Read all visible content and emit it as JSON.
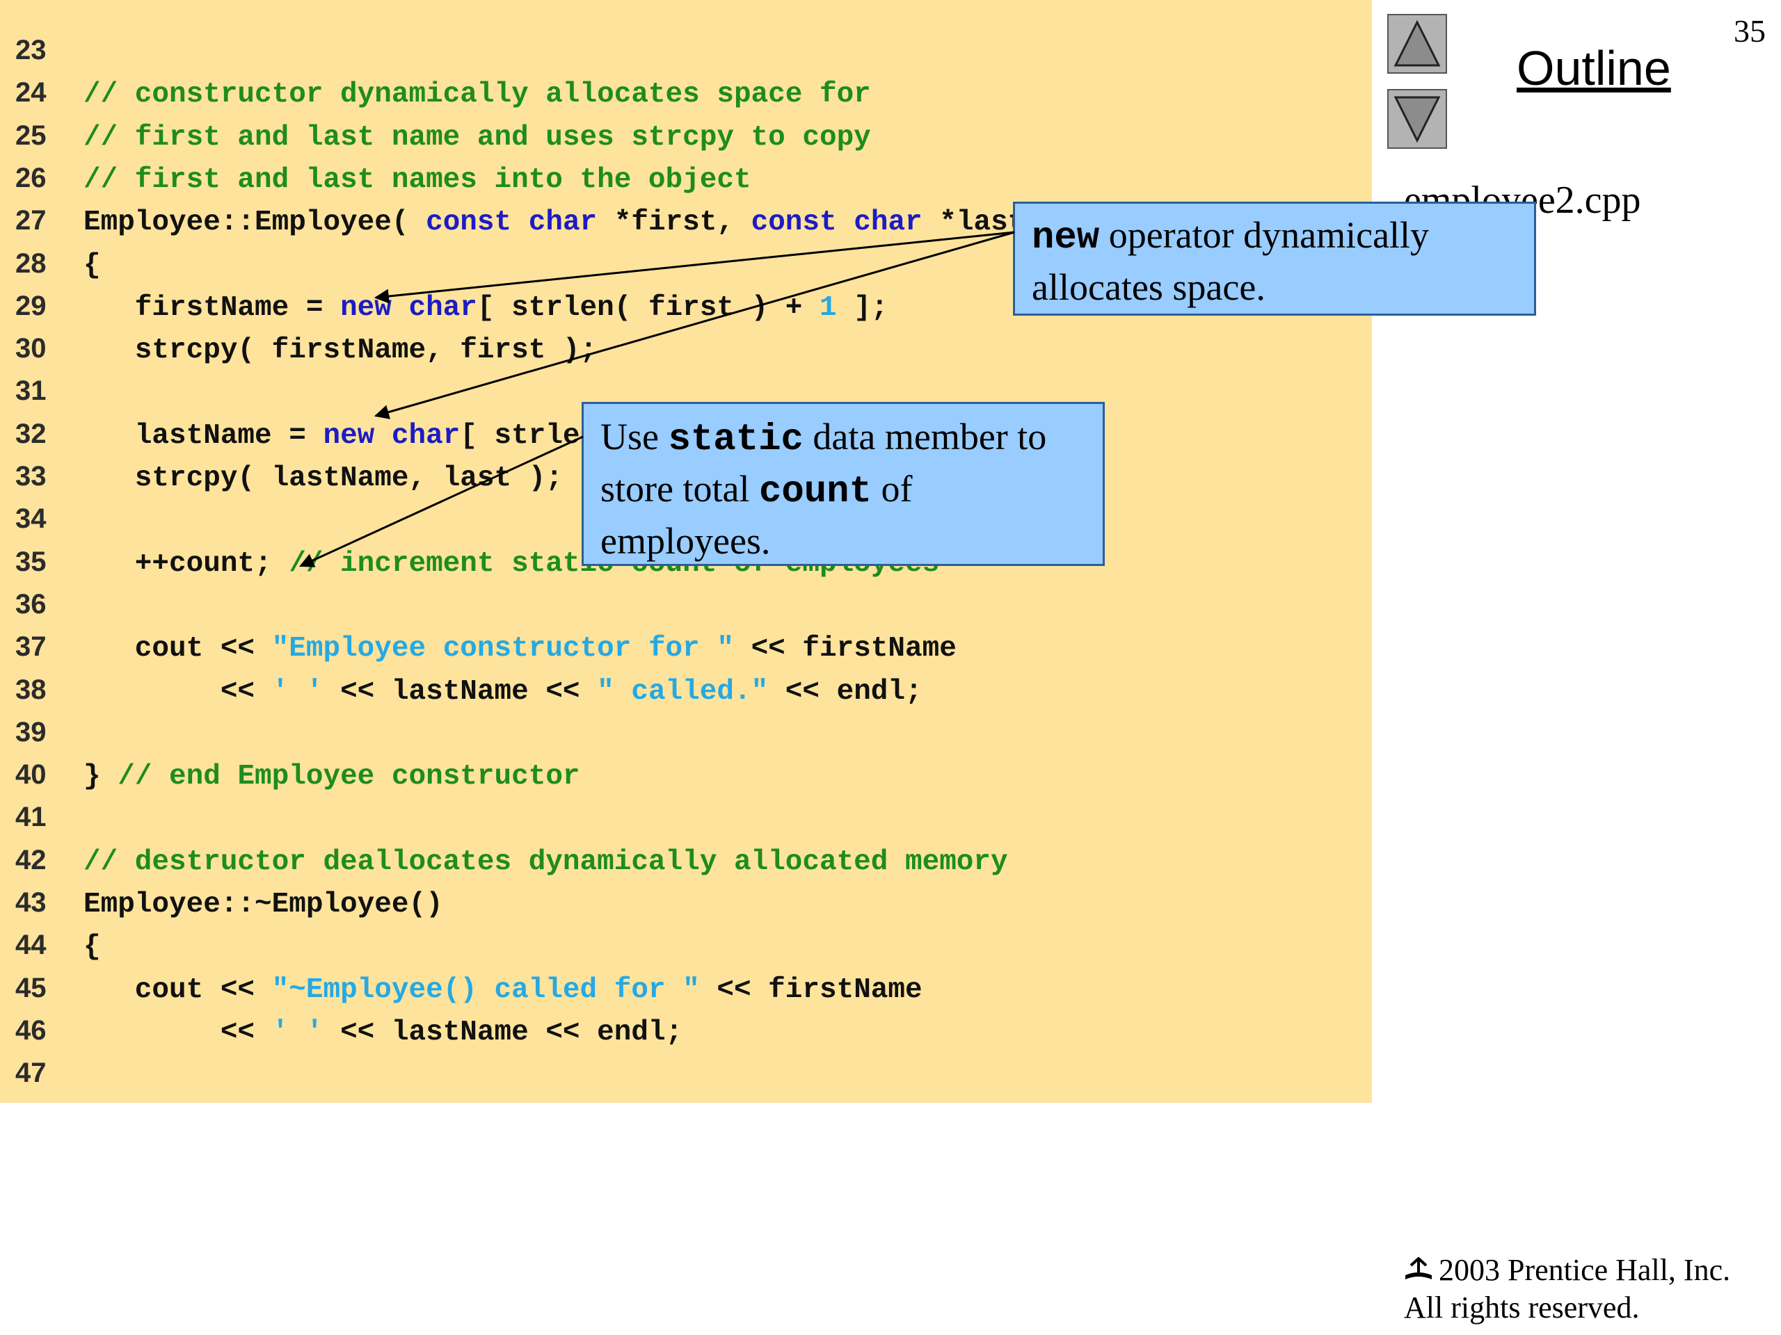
{
  "slide": {
    "page_number": "35",
    "outline_title": "Outline",
    "file_name": "employee2.cpp",
    "copyright_line1": "2003 Prentice Hall, Inc.",
    "copyright_line2": "All rights reserved."
  },
  "navigation": {
    "up_icon": "triangle-up-icon",
    "down_icon": "triangle-down-icon"
  },
  "colors": {
    "code_background": "#fee39c",
    "comment": "#1e8c1e",
    "keyword": "#1c1cc4",
    "string_literal": "#25a9e3",
    "callout_fill": "#99ccff"
  },
  "code_lines": [
    {
      "num": "23",
      "tokens": []
    },
    {
      "num": "24",
      "tokens": [
        {
          "t": "// constructor dynamically allocates space for",
          "c": "cm"
        }
      ]
    },
    {
      "num": "25",
      "tokens": [
        {
          "t": "// first and last name and uses strcpy to copy",
          "c": "cm"
        }
      ]
    },
    {
      "num": "26",
      "tokens": [
        {
          "t": "// first and last names into the object",
          "c": "cm"
        }
      ]
    },
    {
      "num": "27",
      "tokens": [
        {
          "t": "Employee::Employee( ",
          "c": "tx"
        },
        {
          "t": "const",
          "c": "kw"
        },
        {
          "t": " ",
          "c": "tx"
        },
        {
          "t": "char",
          "c": "kw"
        },
        {
          "t": " *first, ",
          "c": "tx"
        },
        {
          "t": "const",
          "c": "kw"
        },
        {
          "t": " ",
          "c": "tx"
        },
        {
          "t": "char",
          "c": "kw"
        },
        {
          "t": " *last )",
          "c": "tx"
        }
      ]
    },
    {
      "num": "28",
      "tokens": [
        {
          "t": "{",
          "c": "tx"
        }
      ]
    },
    {
      "num": "29",
      "tokens": [
        {
          "t": "   firstName = ",
          "c": "tx"
        },
        {
          "t": "new",
          "c": "kw"
        },
        {
          "t": " ",
          "c": "tx"
        },
        {
          "t": "char",
          "c": "kw"
        },
        {
          "t": "[ strlen( first ) + ",
          "c": "tx"
        },
        {
          "t": "1",
          "c": "nm"
        },
        {
          "t": " ];",
          "c": "tx"
        }
      ]
    },
    {
      "num": "30",
      "tokens": [
        {
          "t": "   strcpy( firstName, first );",
          "c": "tx"
        }
      ]
    },
    {
      "num": "31",
      "tokens": []
    },
    {
      "num": "32",
      "tokens": [
        {
          "t": "   lastName = ",
          "c": "tx"
        },
        {
          "t": "new",
          "c": "kw"
        },
        {
          "t": " ",
          "c": "tx"
        },
        {
          "t": "char",
          "c": "kw"
        },
        {
          "t": "[ strlen( last ) + ",
          "c": "tx"
        },
        {
          "t": "1",
          "c": "nm"
        },
        {
          "t": " ];",
          "c": "tx"
        }
      ]
    },
    {
      "num": "33",
      "tokens": [
        {
          "t": "   strcpy( lastName, last );",
          "c": "tx"
        }
      ]
    },
    {
      "num": "34",
      "tokens": []
    },
    {
      "num": "35",
      "tokens": [
        {
          "t": "   ++count; ",
          "c": "tx"
        },
        {
          "t": "// increment static count of employees",
          "c": "cm"
        }
      ]
    },
    {
      "num": "36",
      "tokens": []
    },
    {
      "num": "37",
      "tokens": [
        {
          "t": "   cout << ",
          "c": "tx"
        },
        {
          "t": "\"Employee constructor for \"",
          "c": "st"
        },
        {
          "t": " << firstName",
          "c": "tx"
        }
      ]
    },
    {
      "num": "38",
      "tokens": [
        {
          "t": "        << ",
          "c": "tx"
        },
        {
          "t": "' '",
          "c": "st"
        },
        {
          "t": " << lastName << ",
          "c": "tx"
        },
        {
          "t": "\" called.\"",
          "c": "st"
        },
        {
          "t": " << endl;",
          "c": "tx"
        }
      ]
    },
    {
      "num": "39",
      "tokens": []
    },
    {
      "num": "40",
      "tokens": [
        {
          "t": "} ",
          "c": "tx"
        },
        {
          "t": "// end Employee constructor",
          "c": "cm"
        }
      ]
    },
    {
      "num": "41",
      "tokens": []
    },
    {
      "num": "42",
      "tokens": [
        {
          "t": "// destructor deallocates dynamically allocated memory",
          "c": "cm"
        }
      ]
    },
    {
      "num": "43",
      "tokens": [
        {
          "t": "Employee::~Employee()",
          "c": "tx"
        }
      ]
    },
    {
      "num": "44",
      "tokens": [
        {
          "t": "{",
          "c": "tx"
        }
      ]
    },
    {
      "num": "45",
      "tokens": [
        {
          "t": "   cout << ",
          "c": "tx"
        },
        {
          "t": "\"~Employee() called for \"",
          "c": "st"
        },
        {
          "t": " << firstName",
          "c": "tx"
        }
      ]
    },
    {
      "num": "46",
      "tokens": [
        {
          "t": "        << ",
          "c": "tx"
        },
        {
          "t": "' '",
          "c": "st"
        },
        {
          "t": " << lastName << endl;",
          "c": "tx"
        }
      ]
    },
    {
      "num": "47",
      "tokens": []
    }
  ],
  "callouts": {
    "new_operator": {
      "code_word": "new",
      "line1_rest": " operator dynamically",
      "line2": "allocates space."
    },
    "static_member": {
      "line1_pre": "Use ",
      "line1_code": "static",
      "line1_post": " data member to",
      "line2_pre": "store total ",
      "line2_code": "count",
      "line2_post": " of",
      "line3": "employees."
    }
  }
}
